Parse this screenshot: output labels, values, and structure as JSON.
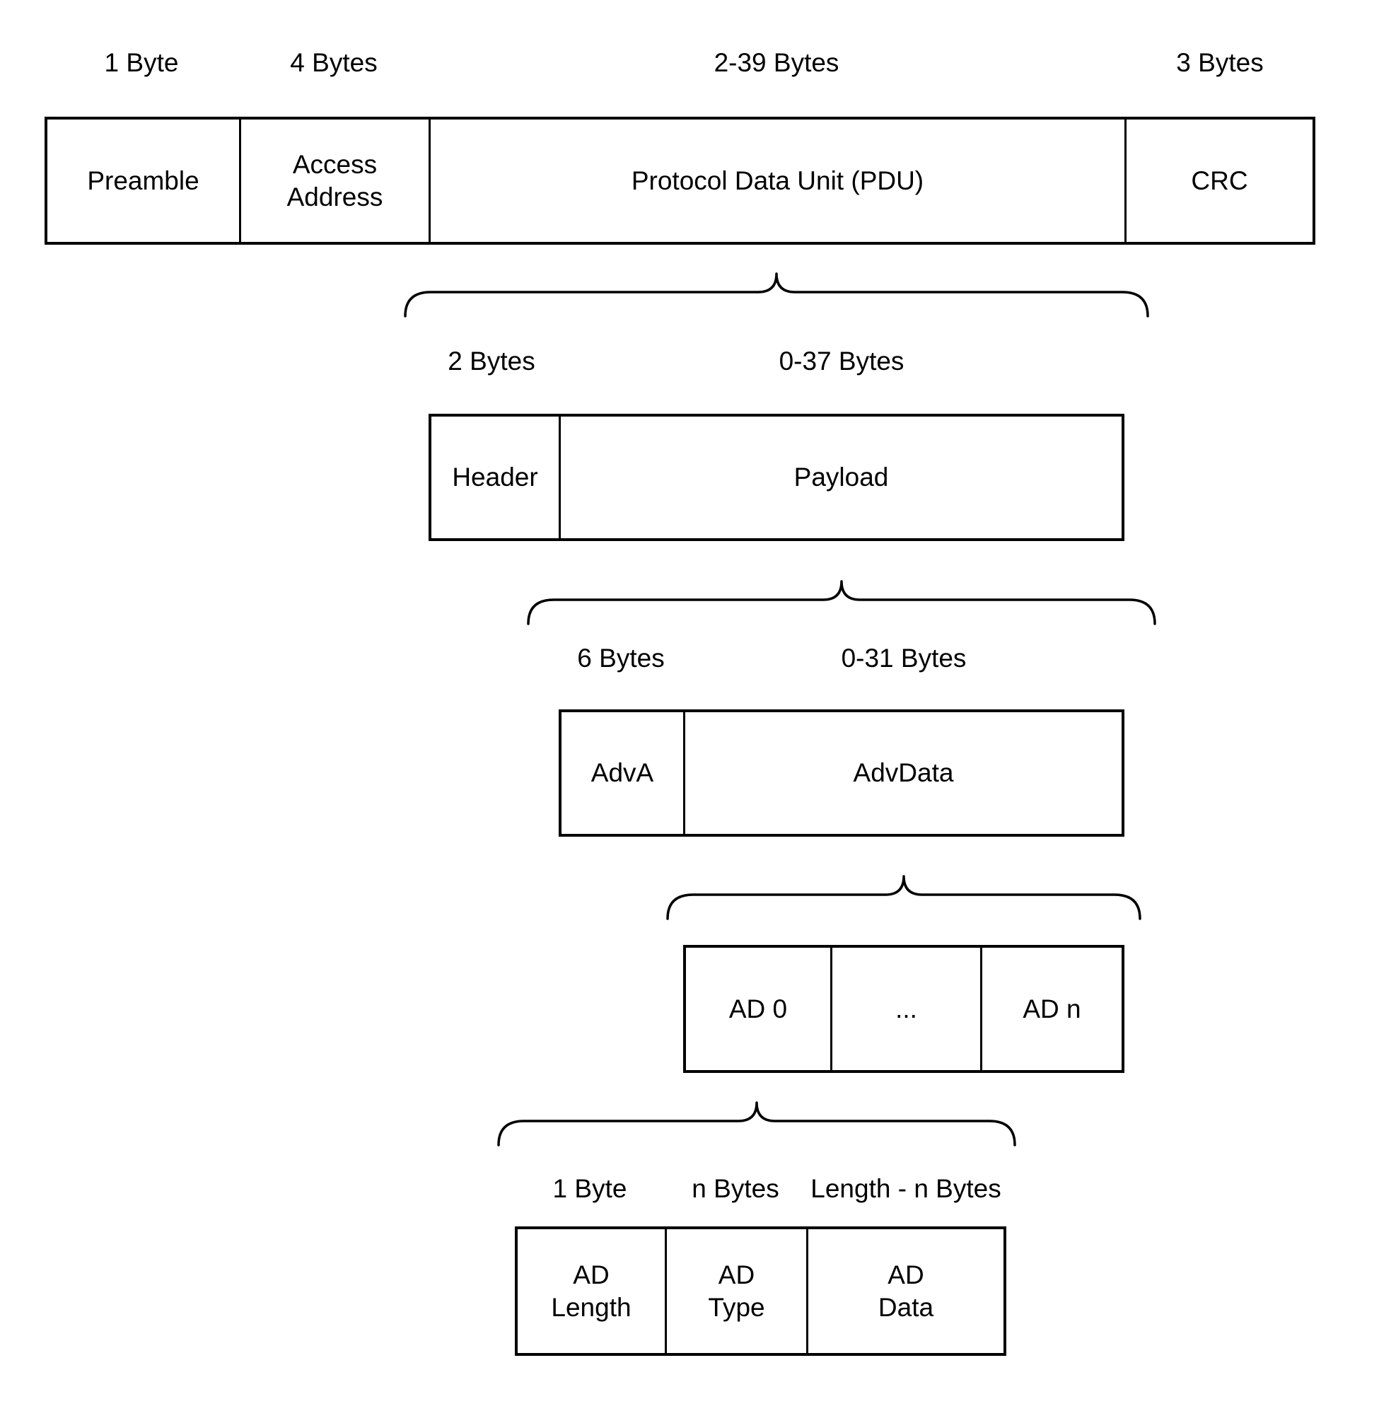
{
  "diagram": {
    "background_color": "#ffffff",
    "line_color": "#000000",
    "text_color": "#000000",
    "levels": [
      {
        "id": "packet",
        "size_labels": [
          {
            "text": "1 Byte"
          },
          {
            "text": "4 Bytes"
          },
          {
            "text": "2-39 Bytes"
          },
          {
            "text": "3 Bytes"
          }
        ],
        "cells": [
          {
            "label": "Preamble"
          },
          {
            "label": "Access\nAddress"
          },
          {
            "label": "Protocol Data Unit (PDU)"
          },
          {
            "label": "CRC"
          }
        ]
      },
      {
        "id": "pdu",
        "size_labels": [
          {
            "text": "2 Bytes"
          },
          {
            "text": "0-37 Bytes"
          }
        ],
        "cells": [
          {
            "label": "Header"
          },
          {
            "label": "Payload"
          }
        ]
      },
      {
        "id": "payload",
        "size_labels": [
          {
            "text": "6 Bytes"
          },
          {
            "text": "0-31 Bytes"
          }
        ],
        "cells": [
          {
            "label": "AdvA"
          },
          {
            "label": "AdvData"
          }
        ]
      },
      {
        "id": "advdata",
        "size_labels": [],
        "cells": [
          {
            "label": "AD 0"
          },
          {
            "label": "..."
          },
          {
            "label": "AD n"
          }
        ]
      },
      {
        "id": "ad-structure",
        "size_labels": [
          {
            "text": "1 Byte"
          },
          {
            "text": "n Bytes"
          },
          {
            "text": "Length - n Bytes"
          }
        ],
        "cells": [
          {
            "label": "AD\nLength"
          },
          {
            "label": "AD\nType"
          },
          {
            "label": "AD\nData"
          }
        ]
      }
    ]
  }
}
